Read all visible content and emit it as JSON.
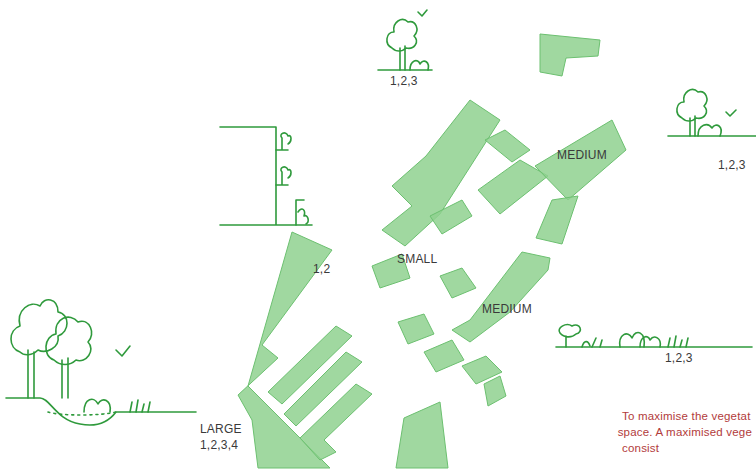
{
  "diagram": {
    "labels": [
      "1,2,3",
      "1,2,3",
      "MEDIUM",
      "SMALL",
      "1,2",
      "MEDIUM",
      "1,2,3",
      "LARGE",
      "1,2,3,4",
      "To maximise the vegetat",
      "space. A maximised vege",
      "consist"
    ]
  }
}
